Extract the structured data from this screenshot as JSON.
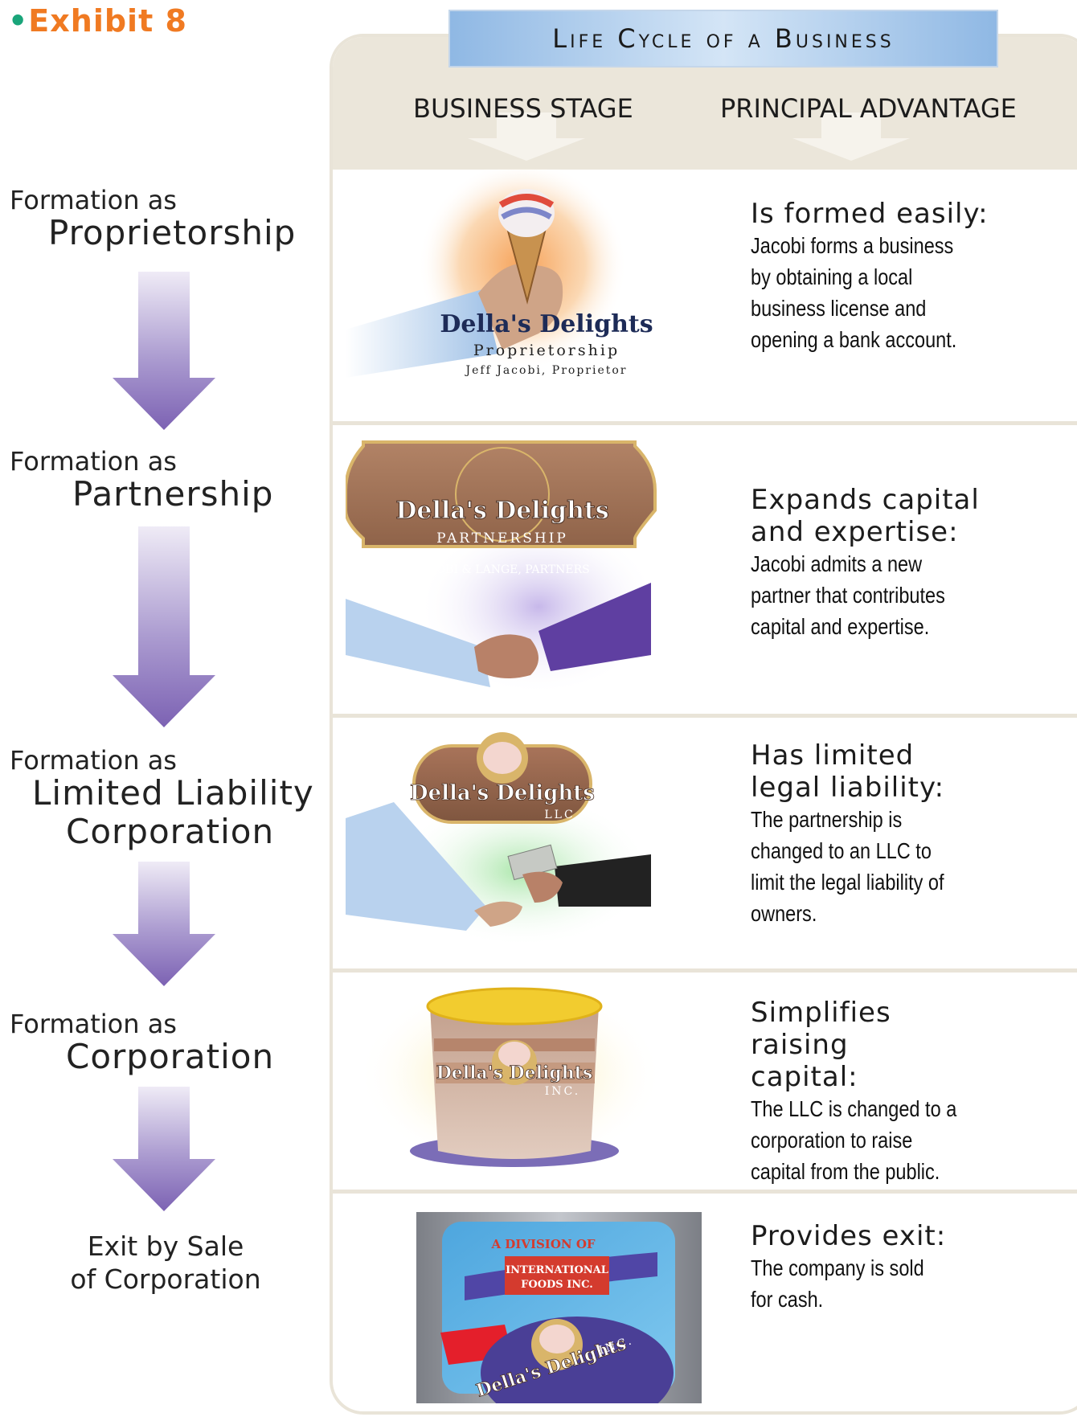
{
  "exhibit": "Exhibit 8",
  "title": "Life Cycle of a Business",
  "columns": {
    "stage": "BUSINESS STAGE",
    "advantage": "PRINCIPAL ADVANTAGE"
  },
  "stages": [
    {
      "prefix": "Formation as",
      "name": "Proprietorship",
      "advantage_title": "Is formed easily:",
      "advantage_text": "Jacobi forms a business by obtaining a local business license and opening a bank account.",
      "image_text": {
        "brand": "Della's Delights",
        "type": "Proprietorship",
        "owner": "Jeff Jacobi, Proprietor"
      }
    },
    {
      "prefix": "Formation as",
      "name": "Partnership",
      "advantage_title": "Expands capital and expertise:",
      "advantage_text": "Jacobi admits a new partner that contributes capital and expertise.",
      "image_text": {
        "brand": "Della's Delights",
        "type": "PARTNERSHIP",
        "owner": "JACOBI & LANGE, PARTNERS"
      }
    },
    {
      "prefix": "Formation as",
      "name_line1": "Limited Liability",
      "name_line2": "Corporation",
      "advantage_title": "Has limited legal liability:",
      "advantage_text": "The partnership is changed to an LLC to limit the legal liability of owners.",
      "image_text": {
        "brand": "Della's Delights",
        "type": "LLC."
      }
    },
    {
      "prefix": "Formation as",
      "name": "Corporation",
      "advantage_title": "Simplifies raising capital:",
      "advantage_text": "The LLC is changed to a corporation to raise capital from the public.",
      "image_text": {
        "brand": "Della's Delights",
        "type": "INC."
      }
    },
    {
      "name_line1": "Exit by Sale",
      "name_line2": "of Corporation",
      "advantage_title": "Provides exit:",
      "advantage_text": "The company is sold for cash.",
      "image_text": {
        "division": "A DIVISION OF",
        "parent_line1": "INTERNATIONAL",
        "parent_line2": "FOODS INC.",
        "brand": "Della's Delights",
        "type": "INC."
      }
    }
  ]
}
